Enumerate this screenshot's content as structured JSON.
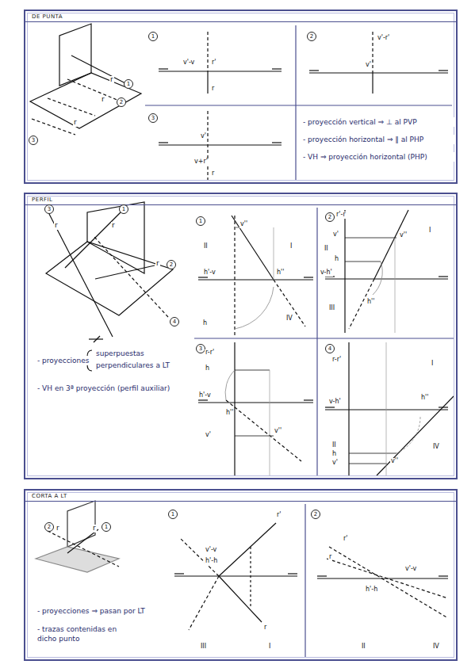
{
  "diagram": {
    "nodes": [
      {
        "text": [
          "DE PUNTA"
        ]
      },
      {
        "text": [
          "PERFIL"
        ]
      },
      {
        "text": [
          "CORTA A LT"
        ]
      }
    ],
    "labels": [
      "r",
      "1",
      "r",
      "2",
      "r",
      "3",
      "1",
      "v'-v",
      "r'",
      "r",
      "2",
      "v'-r'",
      "v'",
      "3",
      "v'",
      "v+r'",
      "r",
      "- proyección vertical ⇒ ⊥ al PVP",
      "- proyección horizontal ⇒ ∥ al PHP",
      "- VH ⇒ proyección horizontal (PHP)",
      "3",
      "r",
      "1",
      "r",
      "r",
      "2",
      "4",
      "- proyecciones",
      "superpuestas",
      "perpendiculares a LT",
      "- VH en 3ª proyección (perfil auxiliar)",
      "1",
      "v''",
      "II",
      "I",
      "h'-v",
      "h''",
      "h",
      "IV",
      "2",
      "r'-r",
      "v'",
      "v''",
      "II",
      "h",
      "v-h'",
      "III",
      "I",
      "h''",
      "3",
      "r-r'",
      "h",
      "h'-v",
      "h''",
      "v'",
      "v''",
      "4",
      "r-r'",
      "I",
      "v-h'",
      "h''",
      "II",
      "IV",
      "h",
      "v'",
      "v''",
      "2",
      "r",
      "r",
      "1",
      "- proyecciones ⇒ pasan por LT",
      "- trazas contenidas en dicho punto",
      "1",
      "r'",
      "v'-v",
      "h'-h",
      "r",
      "III",
      "I",
      "2",
      "r'",
      "r",
      "v'-v",
      "h'-h",
      "II",
      "IV"
    ]
  }
}
